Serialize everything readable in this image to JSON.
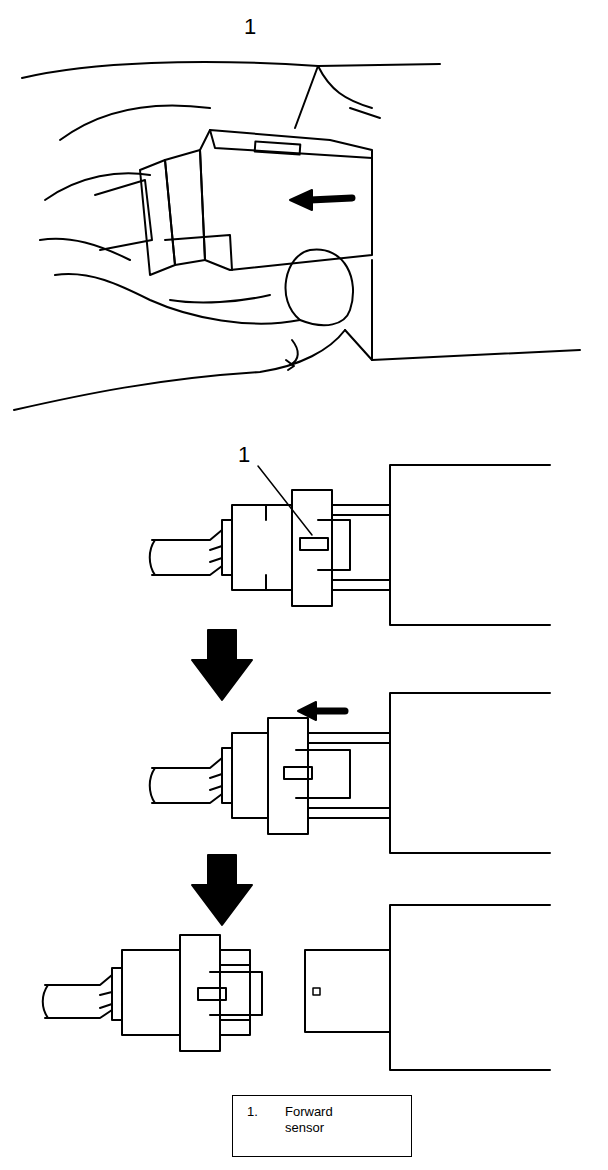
{
  "diagram": {
    "nodes": [
      {
        "text": [
          "1.",
          "Forward sensor"
        ]
      }
    ],
    "labels": [
      "1",
      "1"
    ]
  }
}
